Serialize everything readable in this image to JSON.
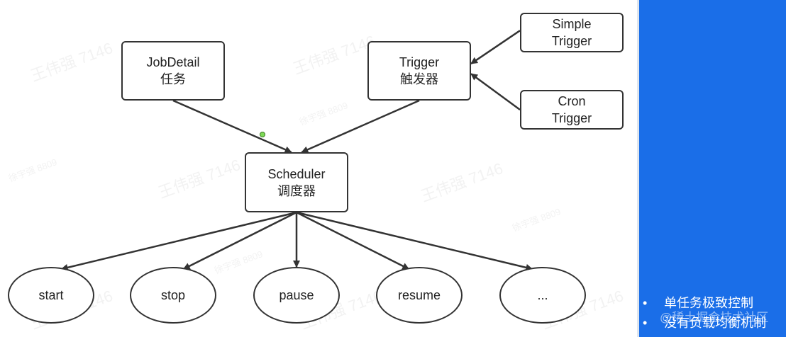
{
  "diagram": {
    "nodes": {
      "jobdetail": {
        "line1": "JobDetail",
        "line2": "任务"
      },
      "trigger": {
        "line1": "Trigger",
        "line2": "触发器"
      },
      "simple_trigger": {
        "line1": "Simple",
        "line2": "Trigger"
      },
      "cron_trigger": {
        "line1": "Cron",
        "line2": "Trigger"
      },
      "scheduler": {
        "line1": "Scheduler",
        "line2": "调度器"
      }
    },
    "operations": [
      "start",
      "stop",
      "pause",
      "resume",
      "..."
    ],
    "edges": [
      {
        "from": "simple_trigger",
        "to": "trigger"
      },
      {
        "from": "cron_trigger",
        "to": "trigger"
      },
      {
        "from": "jobdetail",
        "to": "scheduler"
      },
      {
        "from": "trigger",
        "to": "scheduler"
      },
      {
        "from": "scheduler",
        "to": "start"
      },
      {
        "from": "scheduler",
        "to": "stop"
      },
      {
        "from": "scheduler",
        "to": "pause"
      },
      {
        "from": "scheduler",
        "to": "resume"
      },
      {
        "from": "scheduler",
        "to": "..."
      }
    ]
  },
  "watermarks": {
    "name_text": "王伟强 7146",
    "id_text": "徐宇强 8809"
  },
  "side_panel": {
    "bullet_symbol": "•",
    "bullets": [
      "单任务极致控制",
      "没有负载均衡机制"
    ],
    "credit": "@稀土掘金技术社区"
  },
  "colors": {
    "panel_blue": "#1a6ee8",
    "stroke": "#333333"
  }
}
